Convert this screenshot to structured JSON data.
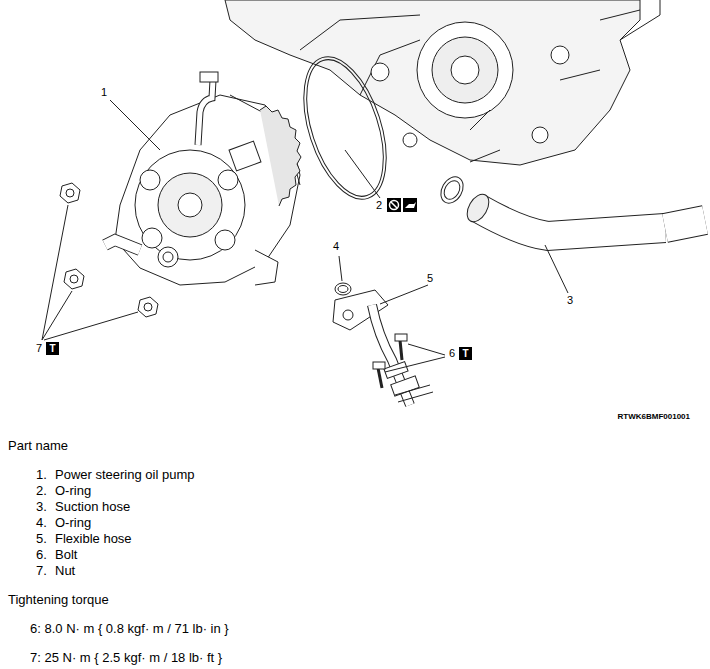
{
  "diagram": {
    "labels": [
      "1",
      "2",
      "3",
      "4",
      "5",
      "6",
      "T",
      "7",
      "T",
      "RTWK6BMF001001",
      "Part name",
      "1.",
      "Power steering oil pump",
      "2.",
      "O-ring",
      "3.",
      "Suction hose",
      "4.",
      "O-ring",
      "5.",
      "Flexible hose",
      "6.",
      "Bolt",
      "7.",
      "Nut",
      "Tightening torque",
      "6: 8.0 N· m { 0.8 kgf· m / 71 lb· in }",
      "7: 25 N· m { 2.5 kgf· m / 18 lb· ft }"
    ]
  }
}
